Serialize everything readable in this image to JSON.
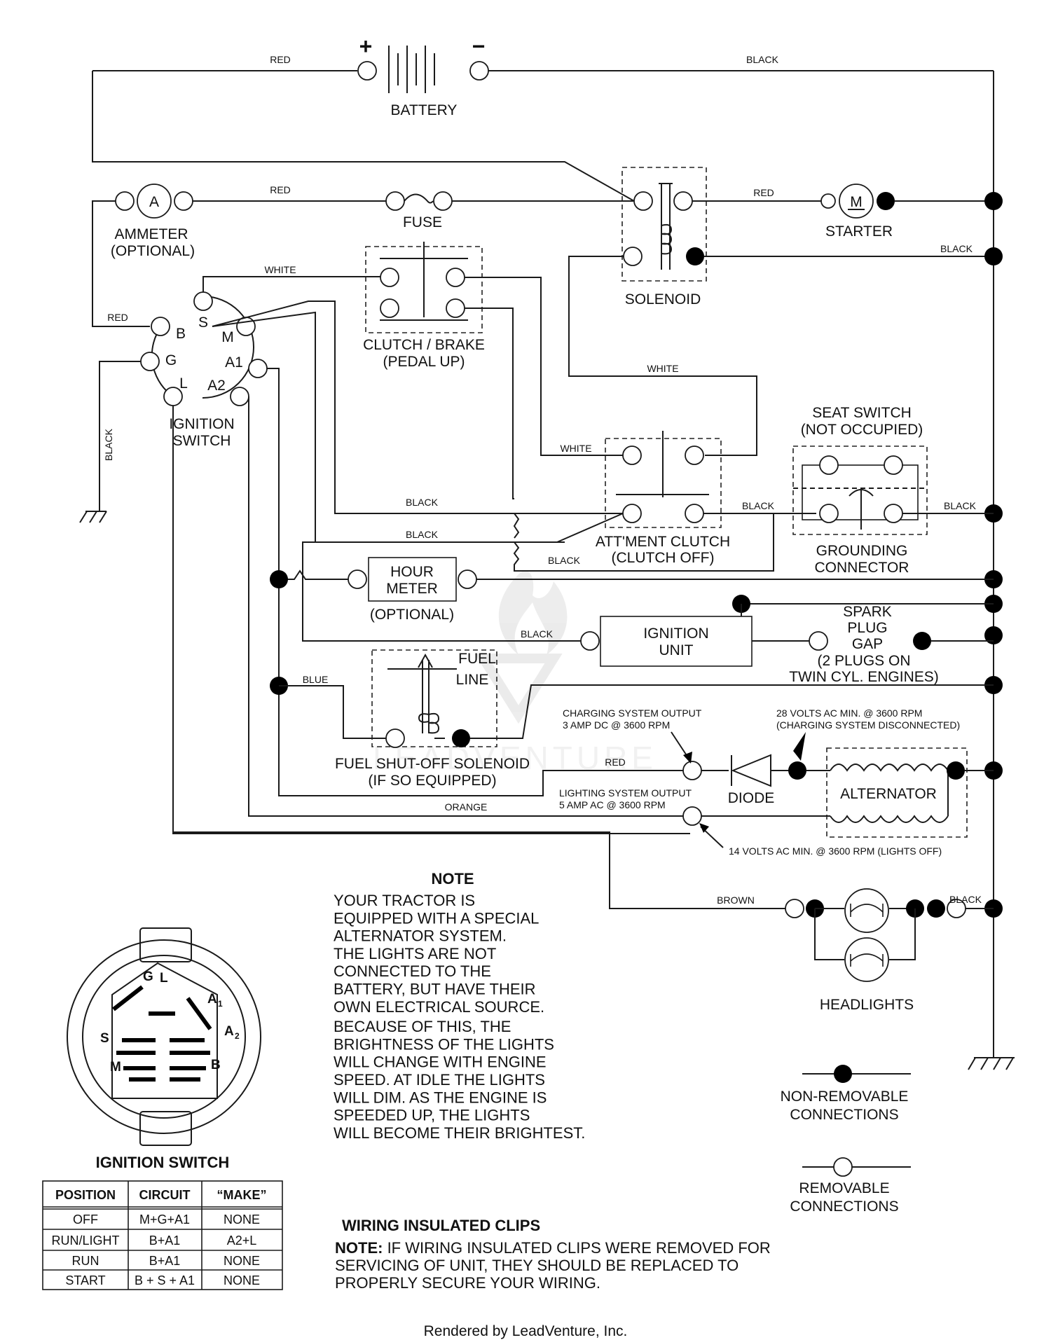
{
  "battery": {
    "label": "BATTERY",
    "plus": "+",
    "minus": "−"
  },
  "wires": {
    "red1": "RED",
    "black1": "BLACK",
    "red2": "RED",
    "red3": "RED",
    "black_top": "BLACK",
    "white1": "WHITE",
    "red_ign": "RED",
    "black_ground": "BLACK",
    "white2": "WHITE",
    "white3": "WHITE",
    "black_seat": "BLACK",
    "black_seat_right": "BLACK",
    "black_m": "BLACK",
    "black_a1": "BLACK",
    "black_clutch": "BLACK",
    "black_ign": "BLACK",
    "blue": "BLUE",
    "red_charge": "RED",
    "orange": "ORANGE",
    "brown": "BROWN",
    "black_head": "BLACK"
  },
  "components": {
    "ammeter": {
      "symbol": "A",
      "label": "AMMETER",
      "sub": "(OPTIONAL)"
    },
    "fuse": "FUSE",
    "solenoid": "SOLENOID",
    "starter": {
      "symbol": "M",
      "label": "STARTER"
    },
    "clutch_brake": {
      "label": "CLUTCH / BRAKE",
      "sub": "(PEDAL UP)"
    },
    "ignition_switch": {
      "label": "IGNITION",
      "sub": "SWITCH",
      "pins": {
        "b": "B",
        "s": "S",
        "m": "M",
        "g": "G",
        "a1": "A1",
        "l": "L",
        "a2": "A2"
      }
    },
    "seat_switch": {
      "label": "SEAT SWITCH",
      "sub": "(NOT OCCUPIED)"
    },
    "grounding_connector": {
      "label": "GROUNDING",
      "sub": "CONNECTOR"
    },
    "attment_clutch": {
      "label": "ATT'MENT CLUTCH",
      "sub": "(CLUTCH OFF)"
    },
    "hour_meter": {
      "label": "HOUR",
      "label2": "METER",
      "sub": "(OPTIONAL)"
    },
    "ignition_unit": {
      "label": "IGNITION",
      "label2": "UNIT"
    },
    "spark_plug": {
      "l1": "SPARK",
      "l2": "PLUG",
      "l3": "GAP",
      "l4": "(2 PLUGS ON",
      "l5": "TWIN CYL. ENGINES)"
    },
    "fuel_solenoid": {
      "fuel": "FUEL",
      "line": "LINE",
      "label": "FUEL SHUT-OFF SOLENOID",
      "sub": "(IF SO EQUIPPED)"
    },
    "charging": {
      "l1": "CHARGING SYSTEM OUTPUT",
      "l2": "3 AMP DC @ 3600 RPM"
    },
    "volts28": {
      "l1": "28 VOLTS AC MIN. @ 3600 RPM",
      "l2": "(CHARGING SYSTEM DISCONNECTED)"
    },
    "lighting": {
      "l1": "LIGHTING SYSTEM OUTPUT",
      "l2": "5 AMP AC @ 3600 RPM"
    },
    "volts14": "14 VOLTS AC MIN. @ 3600 RPM (LIGHTS OFF)",
    "diode": "DIODE",
    "alternator": "ALTERNATOR",
    "headlights": "HEADLIGHTS"
  },
  "note": {
    "title": "NOTE",
    "lines": [
      "YOUR TRACTOR IS",
      "EQUIPPED WITH A SPECIAL",
      "ALTERNATOR SYSTEM.",
      "THE LIGHTS ARE NOT",
      "CONNECTED TO THE",
      "BATTERY, BUT HAVE THEIR",
      "OWN ELECTRICAL SOURCE.",
      "BECAUSE OF THIS, THE",
      "BRIGHTNESS OF THE LIGHTS",
      "WILL CHANGE WITH ENGINE",
      "SPEED.  AT IDLE THE LIGHTS",
      "WILL DIM.  AS THE ENGINE IS",
      "SPEEDED UP, THE LIGHTS",
      "WILL BECOME THEIR BRIGHTEST."
    ]
  },
  "legend": {
    "nonremovable": "NON-REMOVABLE",
    "nonremovable2": "CONNECTIONS",
    "removable": "REMOVABLE",
    "removable2": "CONNECTIONS"
  },
  "switch_detail": {
    "title": "IGNITION SWITCH",
    "letters": {
      "g": "G",
      "l": "L",
      "a1": "A",
      "a1sub": "1",
      "s": "S",
      "a2": "A",
      "a2sub": "2",
      "m": "M",
      "b": "B"
    }
  },
  "switch_table": {
    "headers": [
      "POSITION",
      "CIRCUIT",
      "“MAKE”"
    ],
    "rows": [
      [
        "OFF",
        "M+G+A1",
        "NONE"
      ],
      [
        "RUN/LIGHT",
        "B+A1",
        "A2+L"
      ],
      [
        "RUN",
        "B+A1",
        "NONE"
      ],
      [
        "START",
        "B + S + A1",
        "NONE"
      ]
    ]
  },
  "clips": {
    "title": "WIRING INSULATED CLIPS",
    "note_label": "NOTE:",
    "line1": " IF WIRING INSULATED CLIPS WERE REMOVED FOR",
    "line2": "SERVICING OF UNIT, THEY SHOULD BE REPLACED TO",
    "line3": "PROPERLY SECURE YOUR WIRING."
  },
  "watermark": "LEADVENTURE",
  "footer": "Rendered by LeadVenture, Inc."
}
